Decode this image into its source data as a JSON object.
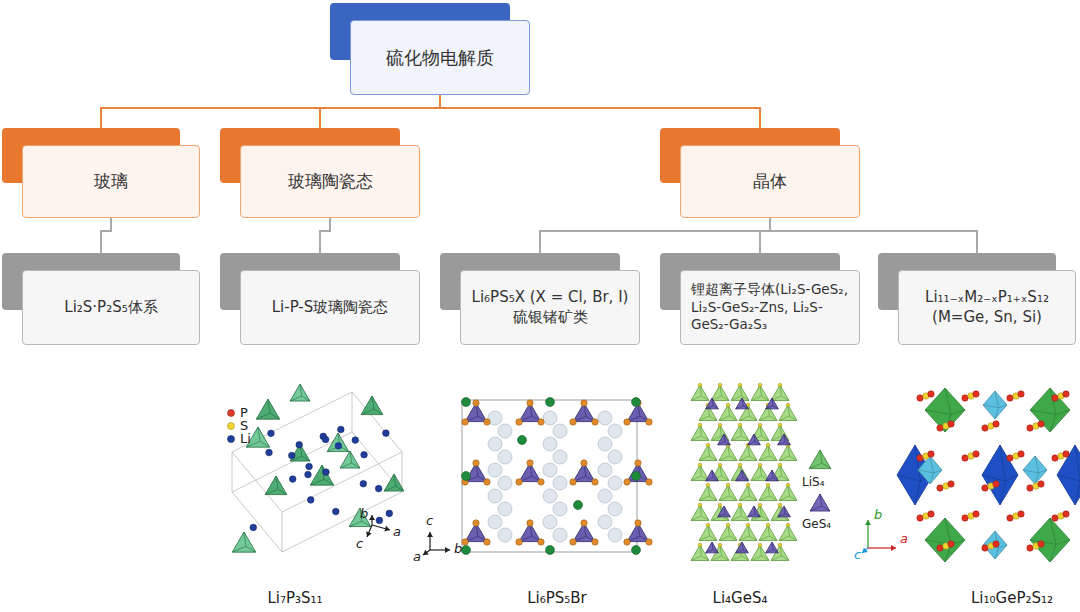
{
  "diagram": {
    "nodes": [
      {
        "text": [
          "硫化物电解质"
        ]
      },
      {
        "text": [
          "玻璃"
        ]
      },
      {
        "text": [
          "玻璃陶瓷态"
        ]
      },
      {
        "text": [
          "晶体"
        ]
      },
      {
        "text": [
          "Li₂S·P₂S₅体系"
        ]
      },
      {
        "text": [
          "Li-P-S玻璃陶瓷态"
        ]
      },
      {
        "text": [
          "Li₆PS₅X (X = Cl, Br, I)硫银锗矿类"
        ]
      },
      {
        "text": [
          "锂超离子导体(Li₂S-GeS₂, Li₂S-GeS₂-Zns, Li₂S-GeS₂-Ga₂S₃"
        ]
      },
      {
        "text": [
          "Li₁₁₋ₓM₂₋ₓP₁₊ₓS₁₂ (M=Ge, Sn, Si)"
        ]
      }
    ],
    "edges": [
      {
        "from": 0,
        "to": 1,
        "arrow": "none"
      },
      {
        "from": 0,
        "to": 2,
        "arrow": "none"
      },
      {
        "from": 0,
        "to": 3,
        "arrow": "none"
      },
      {
        "from": 1,
        "to": 4,
        "arrow": "none"
      },
      {
        "from": 2,
        "to": 5,
        "arrow": "none"
      },
      {
        "from": 3,
        "to": 6,
        "arrow": "none"
      },
      {
        "from": 3,
        "to": 7,
        "arrow": "none"
      },
      {
        "from": 3,
        "to": 8,
        "arrow": "none"
      }
    ],
    "labels": [
      "P",
      "S",
      "Li",
      "b",
      "a",
      "c",
      "c",
      "b",
      "a",
      "LiS₄",
      "GeS₄",
      "b",
      "a",
      "c",
      "Li₇P₃S₁₁",
      "Li₆PS₅Br",
      "Li₄GeS₄",
      "Li₁₀GeP₂S₁₂"
    ]
  }
}
